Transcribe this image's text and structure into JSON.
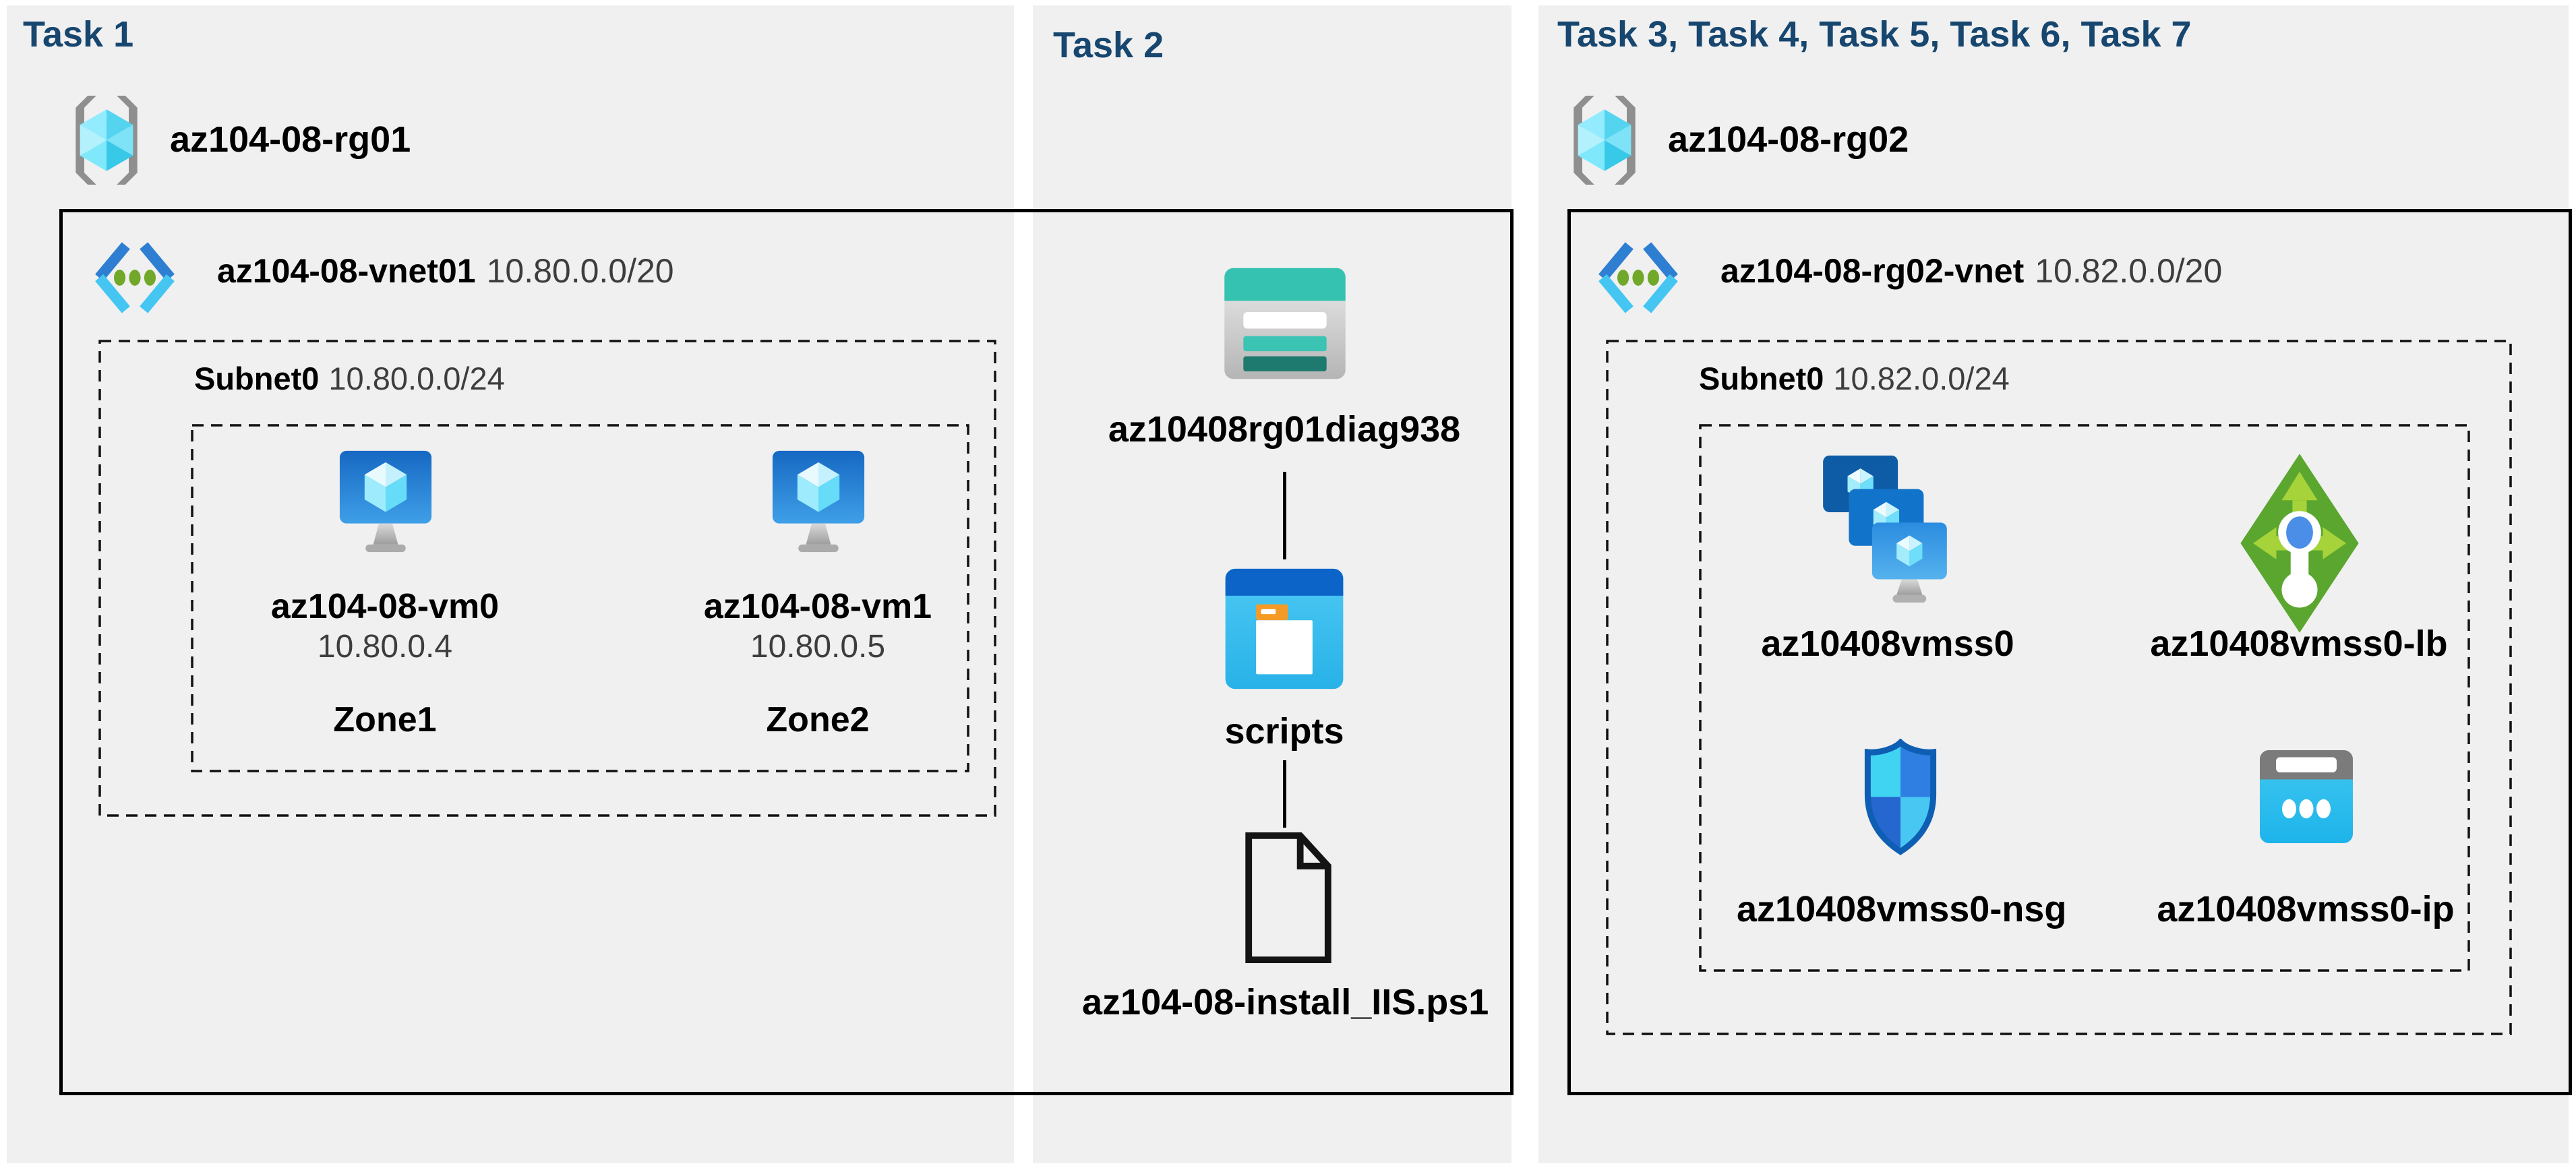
{
  "colors": {
    "background": "#ffffff",
    "panel_background": "#f0f0f1",
    "title_navy": "#17466f",
    "label_black": "#000000",
    "secondary_gray": "#3d3d3d",
    "box_border": "#000000",
    "azure_blue": "#2b8ce0",
    "azure_cyan": "#50e6ff",
    "teal_storage": "#35c2b1",
    "green_lb": "#5ba62f",
    "orange_folder": "#f59b25"
  },
  "panel1": {
    "title": "Task 1",
    "rg_name": "az104-08-rg01",
    "rg_icon": "resource-group-icon",
    "vnet_name": "az104-08-vnet01",
    "vnet_cidr": "10.80.0.0/20",
    "vnet_icon": "virtual-network-icon",
    "subnet_name": "Subnet0",
    "subnet_cidr": "10.80.0.0/24",
    "vm0": {
      "name": "az104-08-vm0",
      "ip": "10.80.0.4",
      "zone": "Zone1",
      "icon": "virtual-machine-icon"
    },
    "vm1": {
      "name": "az104-08-vm1",
      "ip": "10.80.0.5",
      "zone": "Zone2",
      "icon": "virtual-machine-icon"
    }
  },
  "panel2": {
    "title": "Task 2",
    "storage_name": "az10408rg01diag938",
    "storage_icon": "storage-account-icon",
    "folder_name": "scripts",
    "folder_icon": "folder-window-icon",
    "file_name": "az104-08-install_IIS.ps1",
    "file_icon": "file-document-icon"
  },
  "panel3": {
    "title": "Task 3, Task 4, Task 5, Task 6, Task 7",
    "rg_name": "az104-08-rg02",
    "rg_icon": "resource-group-icon",
    "vnet_name": "az104-08-rg02-vnet",
    "vnet_cidr": "10.82.0.0/20",
    "vnet_icon": "virtual-network-icon",
    "subnet_name": "Subnet0",
    "subnet_cidr": "10.82.0.0/24",
    "vmss_name": "az10408vmss0",
    "vmss_icon": "vm-scale-set-icon",
    "lb_name": "az10408vmss0-lb",
    "lb_icon": "load-balancer-icon",
    "nsg_name": "az10408vmss0-nsg",
    "nsg_icon": "network-security-group-icon",
    "ip_name": "az10408vmss0-ip",
    "ip_icon": "public-ip-icon"
  }
}
